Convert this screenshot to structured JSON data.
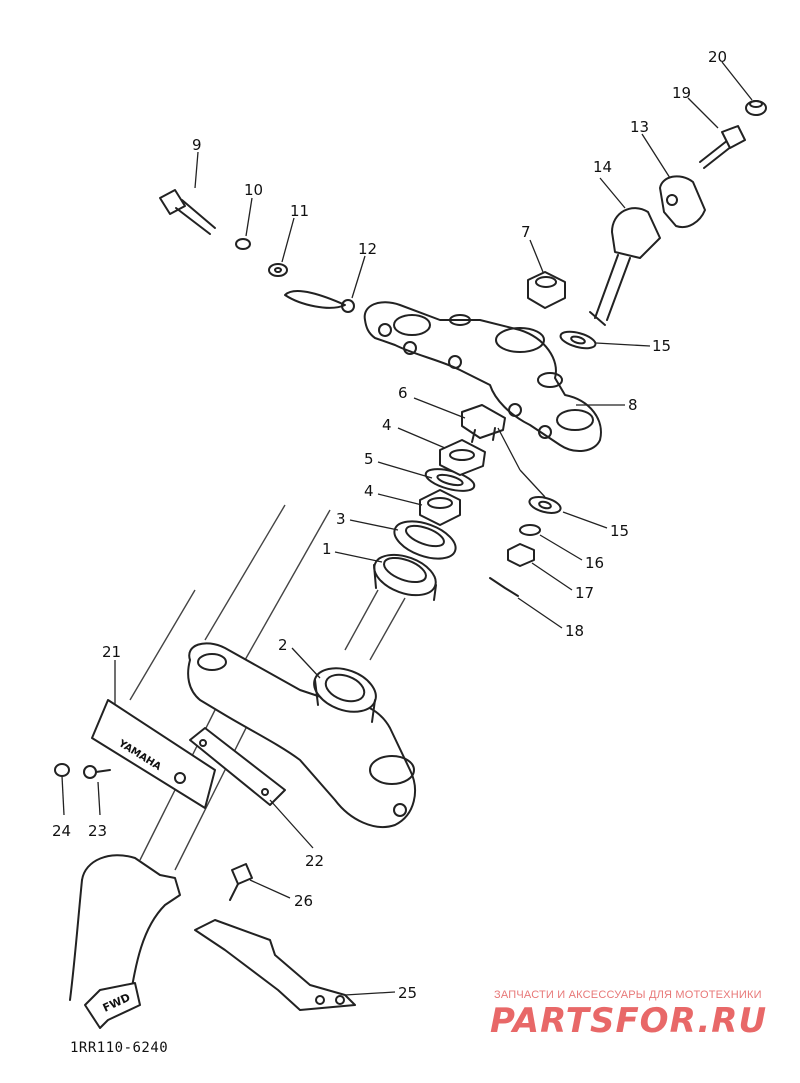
{
  "diagram": {
    "code": "1RR110-6240",
    "fwd_label": "FWD",
    "brand_label": "YAMAHA",
    "callouts": [
      {
        "n": "1",
        "id": "bearing-upper"
      },
      {
        "n": "2",
        "id": "bearing-lower"
      },
      {
        "n": "3",
        "id": "bearing-race"
      },
      {
        "n": "4",
        "id": "ring-nut-upper"
      },
      {
        "n": "5",
        "id": "washer"
      },
      {
        "n": "4",
        "id": "ring-nut-lower"
      },
      {
        "n": "6",
        "id": "lock-washer"
      },
      {
        "n": "7",
        "id": "steering-nut"
      },
      {
        "n": "8",
        "id": "upper-bracket"
      },
      {
        "n": "9",
        "id": "pinch-bolt"
      },
      {
        "n": "10",
        "id": "bolt-washer"
      },
      {
        "n": "11",
        "id": "plain-washer"
      },
      {
        "n": "12",
        "id": "cable-guide"
      },
      {
        "n": "13",
        "id": "handlebar-holder-upper"
      },
      {
        "n": "14",
        "id": "handlebar-holder-lower"
      },
      {
        "n": "15",
        "id": "damper-washer-top"
      },
      {
        "n": "15",
        "id": "damper-washer-bottom"
      },
      {
        "n": "16",
        "id": "spring-washer"
      },
      {
        "n": "17",
        "id": "holder-nut"
      },
      {
        "n": "18",
        "id": "cotter-pin"
      },
      {
        "n": "19",
        "id": "holder-bolt"
      },
      {
        "n": "20",
        "id": "cap"
      },
      {
        "n": "21",
        "id": "emblem-cover"
      },
      {
        "n": "22",
        "id": "cover-bracket"
      },
      {
        "n": "23",
        "id": "cover-screw"
      },
      {
        "n": "24",
        "id": "cover-cap"
      },
      {
        "n": "25",
        "id": "brake-hose-bracket"
      },
      {
        "n": "26",
        "id": "bracket-bolt"
      }
    ]
  },
  "watermark": {
    "caption": "ЗАПЧАСТИ И АКСЕССУАРЫ ДЛЯ МОТОТЕХНИКИ",
    "logo_text": "PARTSFOR.RU",
    "color": "#e86868"
  }
}
